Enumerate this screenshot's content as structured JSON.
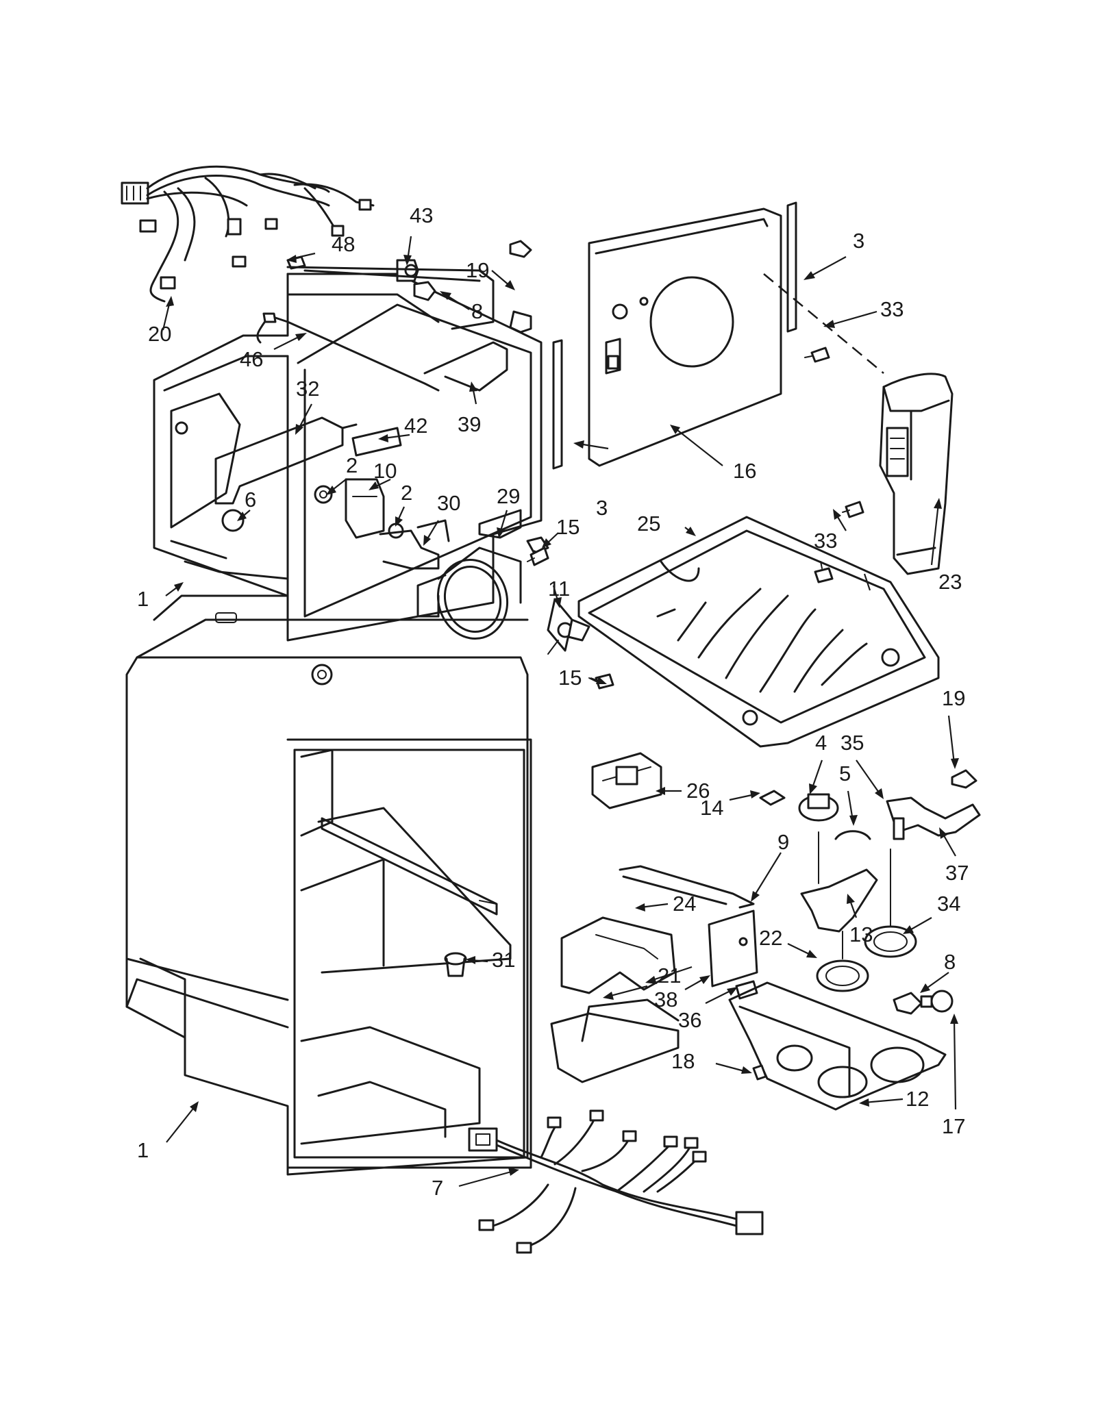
{
  "diagram": {
    "callouts": [
      {
        "id": "c1a",
        "label": "1"
      },
      {
        "id": "c1b",
        "label": "1"
      },
      {
        "id": "c2a",
        "label": "2"
      },
      {
        "id": "c2b",
        "label": "2"
      },
      {
        "id": "c3a",
        "label": "3"
      },
      {
        "id": "c3b",
        "label": "3"
      },
      {
        "id": "c4",
        "label": "4"
      },
      {
        "id": "c5",
        "label": "5"
      },
      {
        "id": "c6",
        "label": "6"
      },
      {
        "id": "c7",
        "label": "7"
      },
      {
        "id": "c8a",
        "label": "8"
      },
      {
        "id": "c8b",
        "label": "8"
      },
      {
        "id": "c9",
        "label": "9"
      },
      {
        "id": "c10",
        "label": "10"
      },
      {
        "id": "c11",
        "label": "11"
      },
      {
        "id": "c12",
        "label": "12"
      },
      {
        "id": "c13",
        "label": "13"
      },
      {
        "id": "c14",
        "label": "14"
      },
      {
        "id": "c15a",
        "label": "15"
      },
      {
        "id": "c15b",
        "label": "15"
      },
      {
        "id": "c16",
        "label": "16"
      },
      {
        "id": "c17",
        "label": "17"
      },
      {
        "id": "c18",
        "label": "18"
      },
      {
        "id": "c19a",
        "label": "19"
      },
      {
        "id": "c19b",
        "label": "19"
      },
      {
        "id": "c20",
        "label": "20"
      },
      {
        "id": "c21",
        "label": "21"
      },
      {
        "id": "c22",
        "label": "22"
      },
      {
        "id": "c23",
        "label": "23"
      },
      {
        "id": "c24",
        "label": "24"
      },
      {
        "id": "c25",
        "label": "25"
      },
      {
        "id": "c26",
        "label": "26"
      },
      {
        "id": "c29",
        "label": "29"
      },
      {
        "id": "c30",
        "label": "30"
      },
      {
        "id": "c31",
        "label": "31"
      },
      {
        "id": "c32",
        "label": "32"
      },
      {
        "id": "c33a",
        "label": "33"
      },
      {
        "id": "c33b",
        "label": "33"
      },
      {
        "id": "c34",
        "label": "34"
      },
      {
        "id": "c35",
        "label": "35"
      },
      {
        "id": "c36",
        "label": "36"
      },
      {
        "id": "c37",
        "label": "37"
      },
      {
        "id": "c38",
        "label": "38"
      },
      {
        "id": "c39",
        "label": "39"
      },
      {
        "id": "c42",
        "label": "42"
      },
      {
        "id": "c43",
        "label": "43"
      },
      {
        "id": "c46",
        "label": "46"
      },
      {
        "id": "c48",
        "label": "48"
      }
    ]
  }
}
